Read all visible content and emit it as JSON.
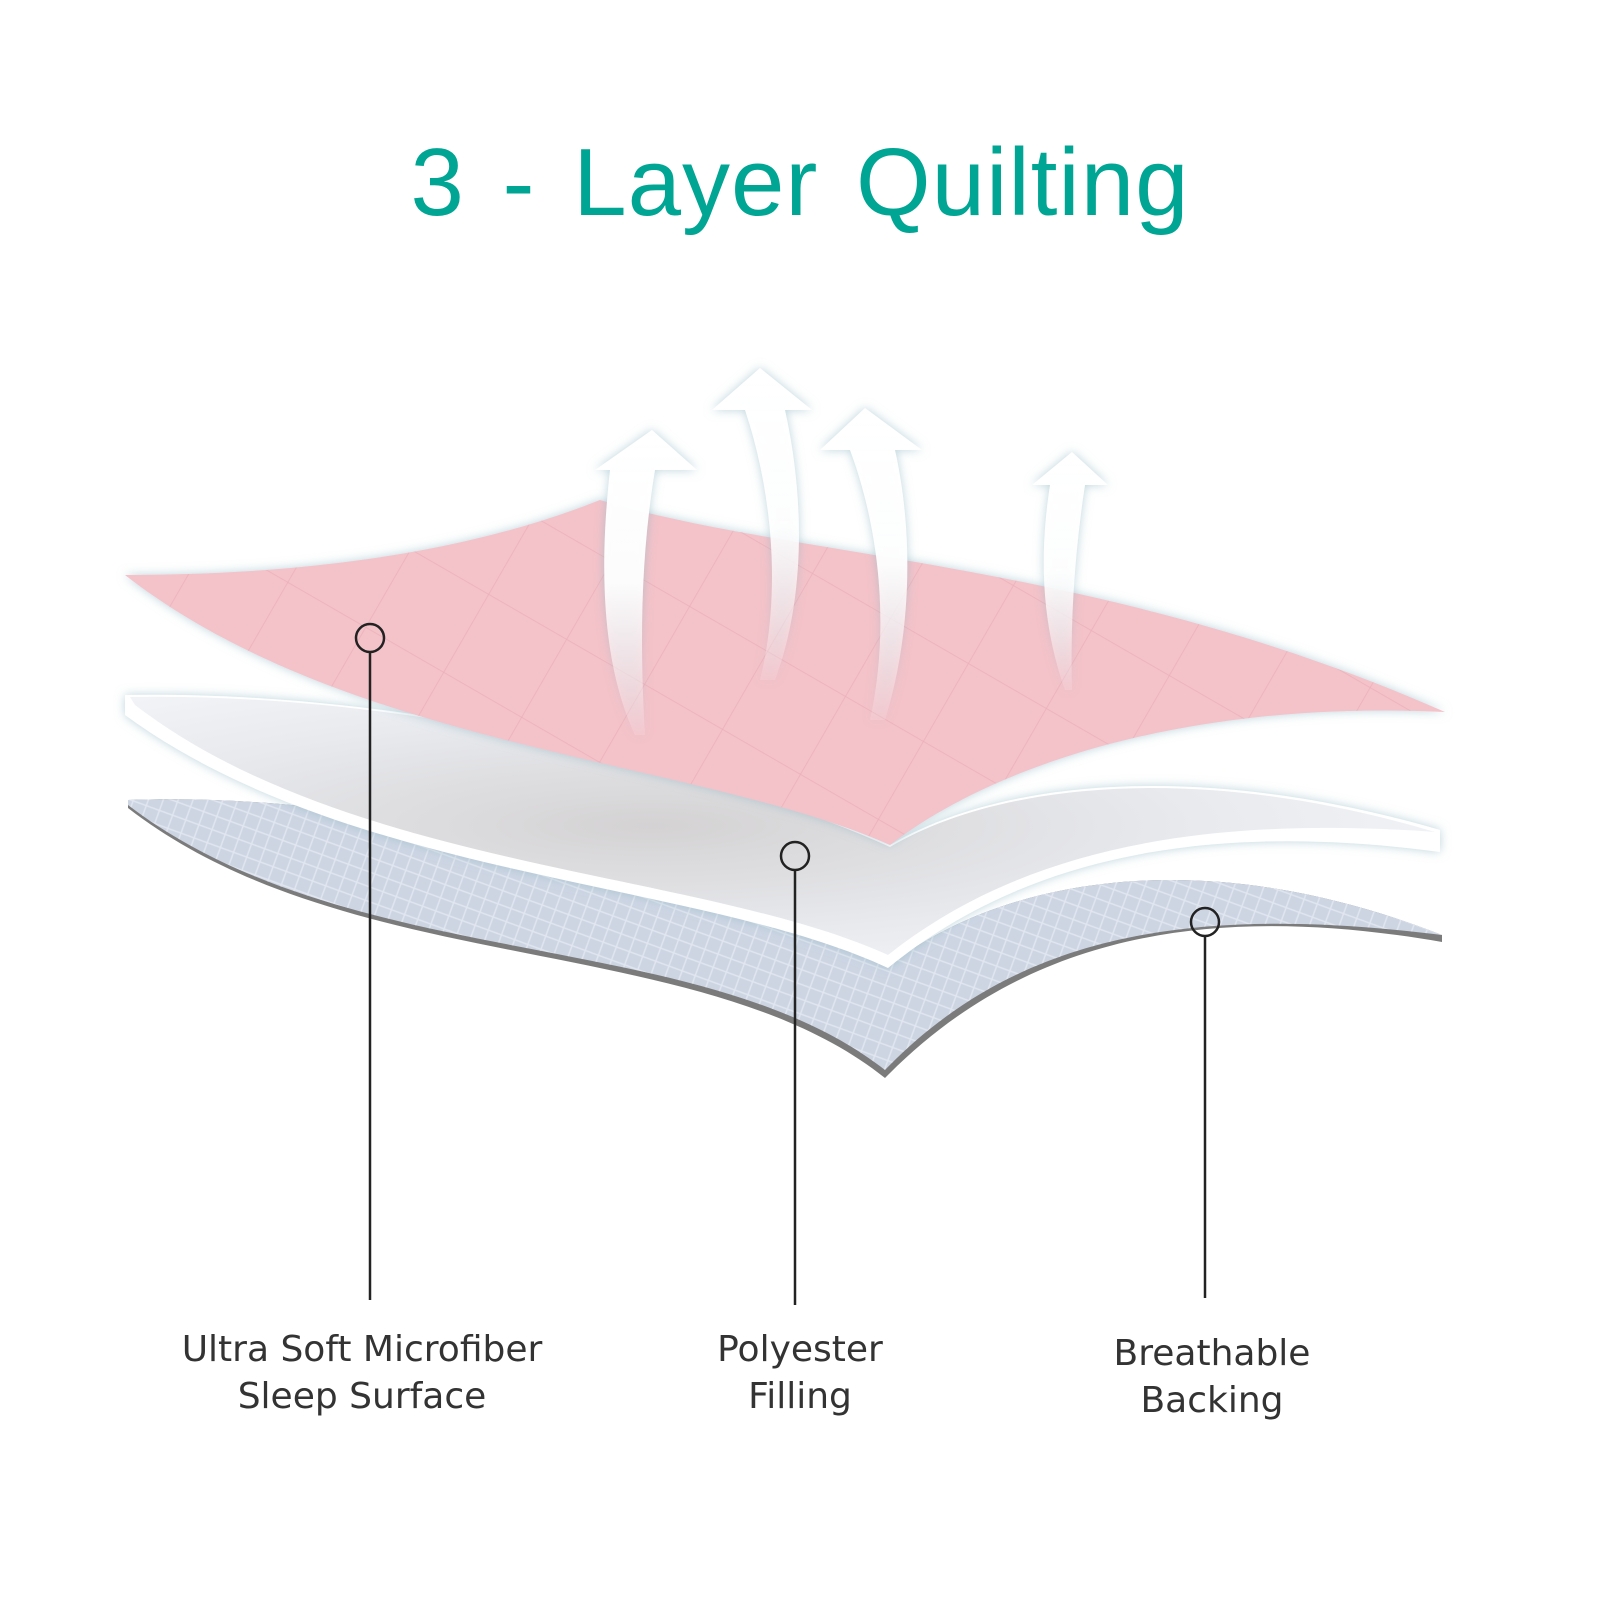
{
  "title": "3 - Layer Quilting",
  "layers": [
    {
      "name": "Ultra Soft Microfiber",
      "line2": "Sleep Surface",
      "color": "#f4c2c9"
    },
    {
      "name": "Polyester",
      "line2": "Filling",
      "color": "#e6e8ee"
    },
    {
      "name": "Breathable",
      "line2": "Backing",
      "color": "#cdd5e3"
    }
  ],
  "accent": "#00a593"
}
